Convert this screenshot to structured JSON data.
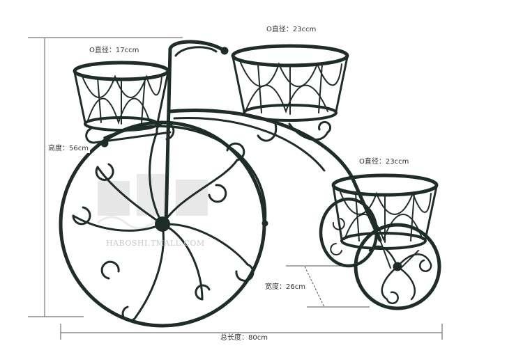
{
  "labels": {
    "small_basket_diameter": "O直径：17ccm",
    "top_basket_diameter": "O直径：23ccm",
    "front_basket_diameter": "O直径：23ccm",
    "height": "高度：56cm",
    "width": "宽度：26cm",
    "total_length": "总长度：80cm"
  },
  "watermark": {
    "text": "HABOSHI.TMALL.COM"
  },
  "colors": {
    "metal": "#1f2d28",
    "dimension_line": "#555555",
    "label_text": "#333333",
    "watermark": "#c9c9c9",
    "background": "#ffffff"
  }
}
